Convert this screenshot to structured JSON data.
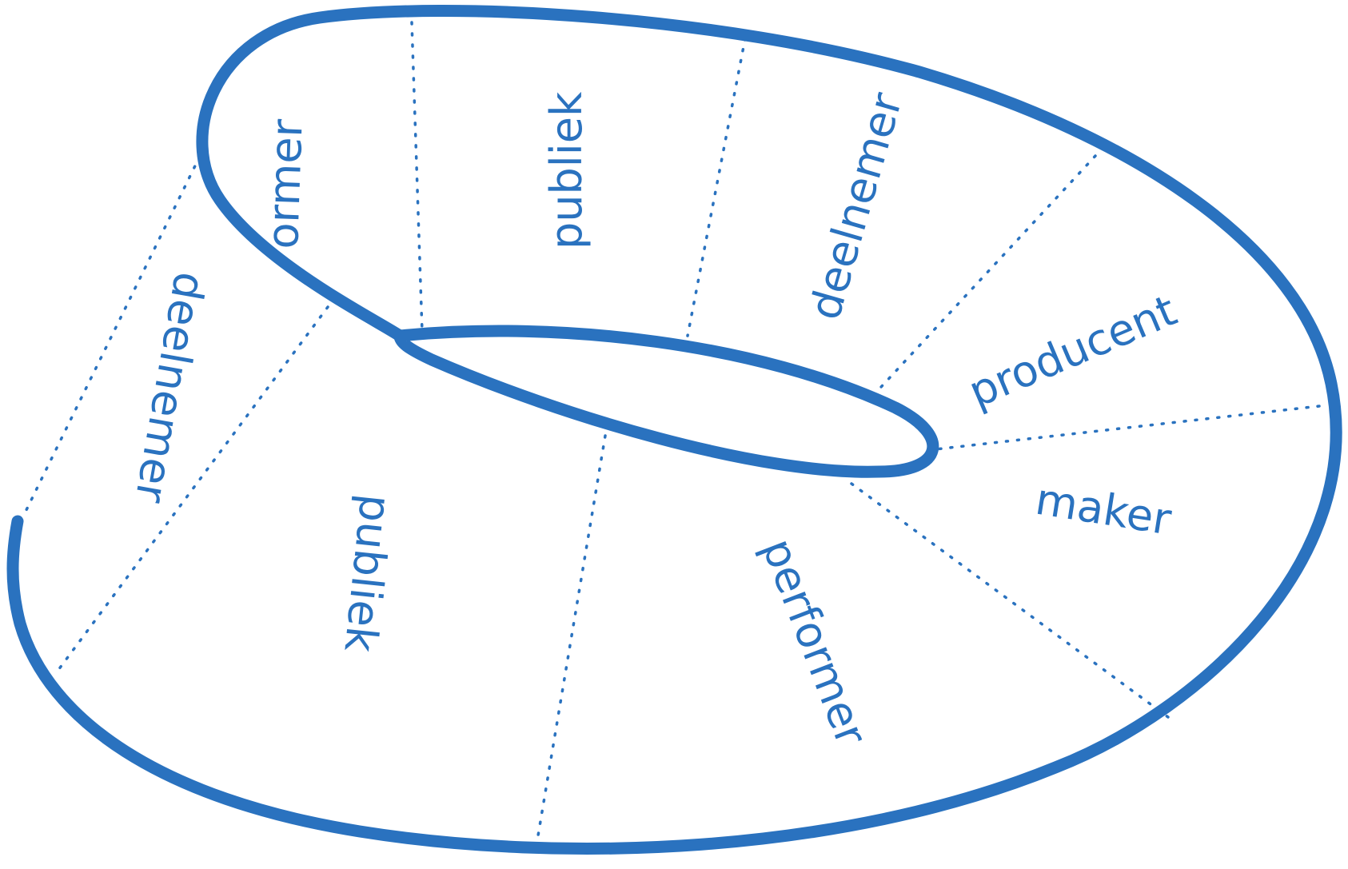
{
  "diagram": {
    "accent_color": "#2a72bf",
    "labels": [
      {
        "id": "top-1",
        "text": "ormer"
      },
      {
        "id": "top-2",
        "text": "publiek"
      },
      {
        "id": "top-3",
        "text": "deelnemer"
      },
      {
        "id": "right-1",
        "text": "producent"
      },
      {
        "id": "right-2",
        "text": "maker"
      },
      {
        "id": "left-1",
        "text": "deelnemer"
      },
      {
        "id": "bottom-1",
        "text": "publiek"
      },
      {
        "id": "bottom-2",
        "text": "performer"
      }
    ]
  }
}
